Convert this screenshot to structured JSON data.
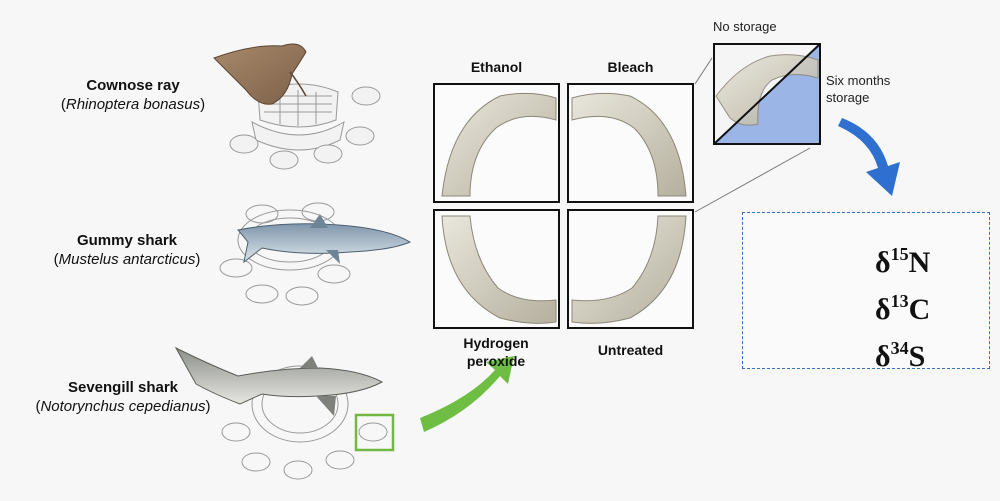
{
  "species": [
    {
      "common": "Cownose ray",
      "scientific": "Rhinoptera bonasus"
    },
    {
      "common": "Gummy shark",
      "scientific": "Mustelus antarcticus"
    },
    {
      "common": "Sevengill shark",
      "scientific": "Notorynchus cepedianus"
    }
  ],
  "treatments": {
    "ethanol": "Ethanol",
    "bleach": "Bleach",
    "hydrogen_peroxide": "Hydrogen peroxide",
    "untreated": "Untreated"
  },
  "storage": {
    "none": "No storage",
    "six_months": "Six months storage"
  },
  "isotopes": [
    {
      "symbol": "δ",
      "mass": "15",
      "element": "N"
    },
    {
      "symbol": "δ",
      "mass": "13",
      "element": "C"
    },
    {
      "symbol": "δ",
      "mass": "34",
      "element": "S"
    }
  ],
  "colors": {
    "green_arrow": "#6fbe44",
    "blue_arrow": "#2f6fcf",
    "storage_fill": "#9bb5e6",
    "highlight_box": "#74b843",
    "dashed_border": "#3a6fc4"
  }
}
